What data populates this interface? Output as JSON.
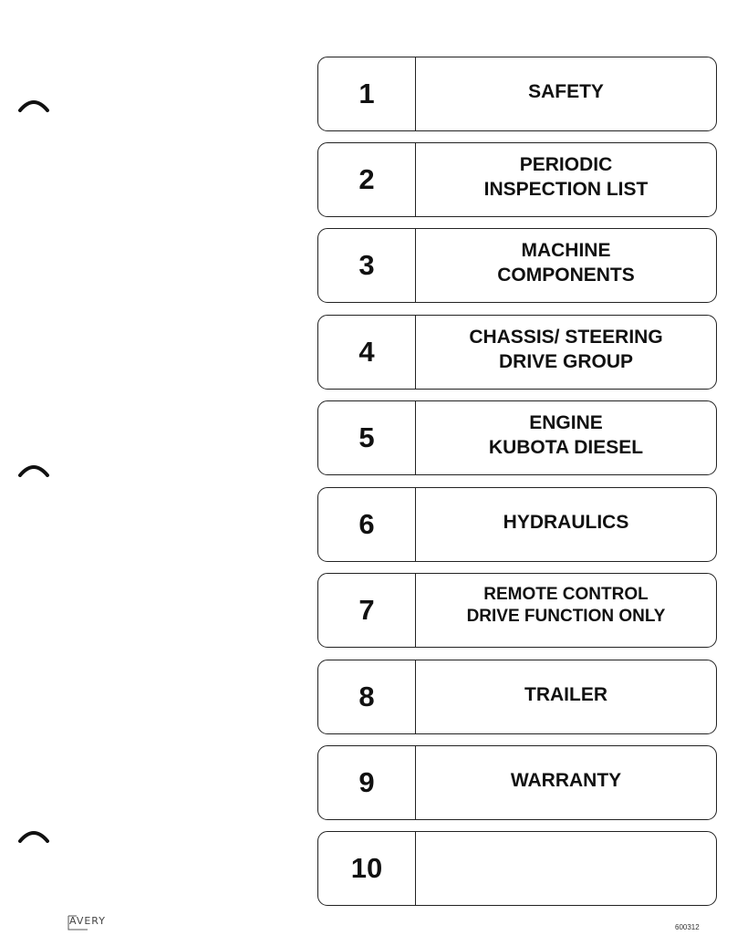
{
  "tabs": [
    {
      "number": "1",
      "label": "SAFETY"
    },
    {
      "number": "2",
      "label": "PERIODIC\nINSPECTION LIST"
    },
    {
      "number": "3",
      "label": "MACHINE\nCOMPONENTS"
    },
    {
      "number": "4",
      "label": "CHASSIS/ STEERING\nDRIVE GROUP"
    },
    {
      "number": "5",
      "label": "ENGINE\nKUBOTA DIESEL"
    },
    {
      "number": "6",
      "label": "HYDRAULICS"
    },
    {
      "number": "7",
      "label": "REMOTE CONTROL\nDRIVE FUNCTION ONLY"
    },
    {
      "number": "8",
      "label": "TRAILER"
    },
    {
      "number": "9",
      "label": "WARRANTY"
    },
    {
      "number": "10",
      "label": ""
    }
  ],
  "footer": {
    "brand": "AVERY",
    "doc_code": "600312"
  }
}
